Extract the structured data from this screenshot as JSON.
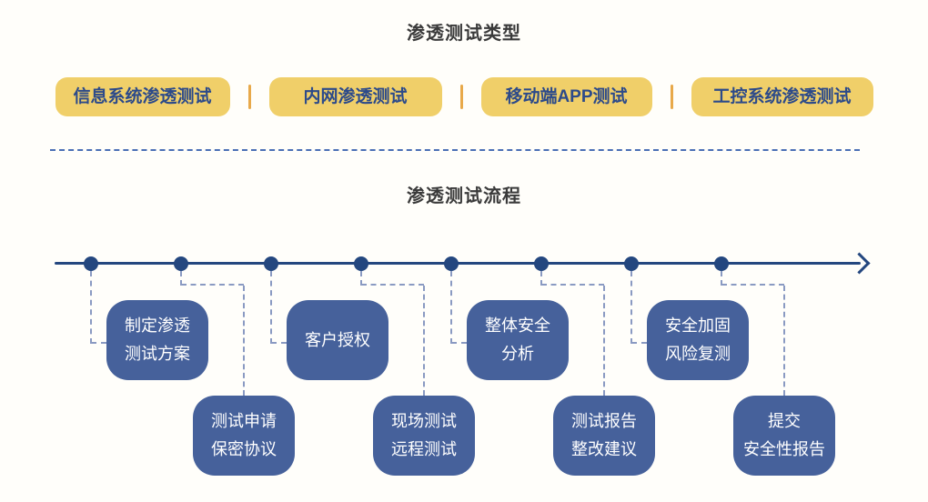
{
  "types_section": {
    "title": "渗透测试类型",
    "items": [
      {
        "label": "信息系统渗透测试"
      },
      {
        "label": "内网渗透测试"
      },
      {
        "label": "移动端APP测试"
      },
      {
        "label": "工控系统渗透测试"
      }
    ]
  },
  "flow_section": {
    "title": "渗透测试流程",
    "steps": [
      {
        "line1": "制定渗透",
        "line2": "测试方案",
        "position": "above"
      },
      {
        "line1": "测试申请",
        "line2": "保密协议",
        "position": "below"
      },
      {
        "line1": "客户授权",
        "line2": "",
        "position": "above"
      },
      {
        "line1": "现场测试",
        "line2": "远程测试",
        "position": "below"
      },
      {
        "line1": "整体安全",
        "line2": "分析",
        "position": "above"
      },
      {
        "line1": "测试报告",
        "line2": "整改建议",
        "position": "below"
      },
      {
        "line1": "安全加固",
        "line2": "风险复测",
        "position": "above"
      },
      {
        "line1": "提交",
        "line2": "安全性报告",
        "position": "below"
      }
    ]
  },
  "colors": {
    "background": "#FFFEFA",
    "title_text": "#3A3A3A",
    "type_box_bg": "#F0CF69",
    "type_box_text": "#2C4A8A",
    "type_divider": "#E8A94A",
    "section_separator": "#4A6FB5",
    "timeline": "#24477F",
    "flow_box_bg": "#46619B",
    "flow_box_text": "#FFFFFF",
    "connector": "#8A9AC2"
  }
}
